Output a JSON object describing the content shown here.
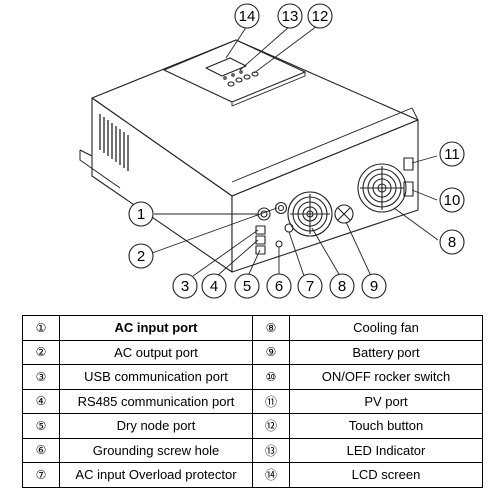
{
  "callouts": [
    "1",
    "2",
    "3",
    "4",
    "5",
    "6",
    "7",
    "8",
    "9",
    "10",
    "11",
    "12",
    "13",
    "14"
  ],
  "legend": {
    "rows": [
      {
        "left": {
          "num": "①",
          "desc": "AC input port"
        },
        "right": {
          "num": "⑧",
          "desc": "Cooling fan"
        }
      },
      {
        "left": {
          "num": "②",
          "desc": "AC output port"
        },
        "right": {
          "num": "⑨",
          "desc": "Battery port"
        }
      },
      {
        "left": {
          "num": "③",
          "desc": "USB communication port"
        },
        "right": {
          "num": "⑩",
          "desc": "ON/OFF rocker switch"
        }
      },
      {
        "left": {
          "num": "④",
          "desc": "RS485 communication port"
        },
        "right": {
          "num": "⑪",
          "desc": "PV port"
        }
      },
      {
        "left": {
          "num": "⑤",
          "desc": "Dry node port"
        },
        "right": {
          "num": "⑫",
          "desc": "Touch button"
        }
      },
      {
        "left": {
          "num": "⑥",
          "desc": "Grounding screw hole"
        },
        "right": {
          "num": "⑬",
          "desc": "LED Indicator"
        }
      },
      {
        "left": {
          "num": "⑦",
          "desc": "AC input Overload protector"
        },
        "right": {
          "num": "⑭",
          "desc": "LCD screen"
        }
      }
    ]
  }
}
